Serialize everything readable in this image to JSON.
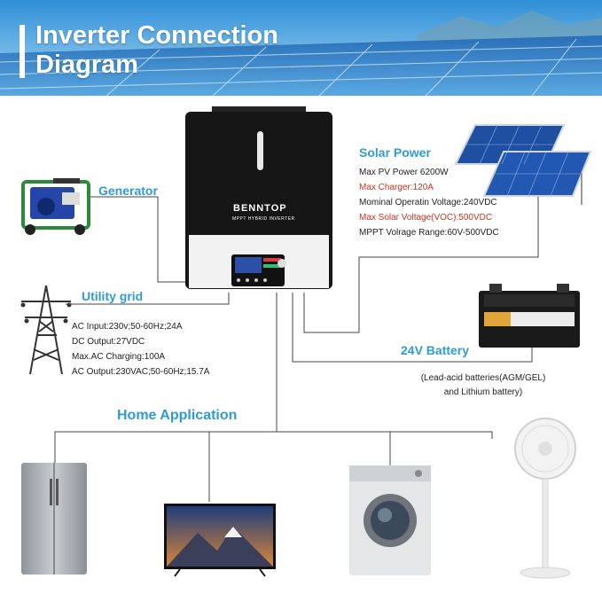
{
  "title": {
    "line1": "Inverter Connection",
    "line2": "Diagram"
  },
  "inverter": {
    "brand": "BENNTOP",
    "subtitle": "MPPT HYBRID INVERTER"
  },
  "generator": {
    "label": "Generator"
  },
  "utility": {
    "label": "Utility grid",
    "specs": [
      "AC Input:230v;50-60Hz;24A",
      "DC Output:27VDC",
      "Max.AC Charging:100A",
      "AC Output:230VAC;50-60Hz;15.7A"
    ]
  },
  "solar": {
    "label": "Solar Power",
    "specs": [
      {
        "text": "Max PV Power 6200W",
        "highlight": false
      },
      {
        "text": "Max Charger:120A",
        "highlight": true
      },
      {
        "text": "Mominal Operatin Voltage:240VDC",
        "highlight": false
      },
      {
        "text": "Max Solar Voltage(VOC):500VDC",
        "highlight": true
      },
      {
        "text": "MPPT Volrage Range:60V-500VDC",
        "highlight": false
      }
    ]
  },
  "battery": {
    "label": "24V Battery",
    "note_line1": "(Lead-acid batteries(AGM/GEL)",
    "note_line2": "and Lithium battery)"
  },
  "home": {
    "label": "Home Application"
  },
  "colors": {
    "accent": "#2f9bd6",
    "highlight": "#d0321e",
    "line": "#444444"
  }
}
